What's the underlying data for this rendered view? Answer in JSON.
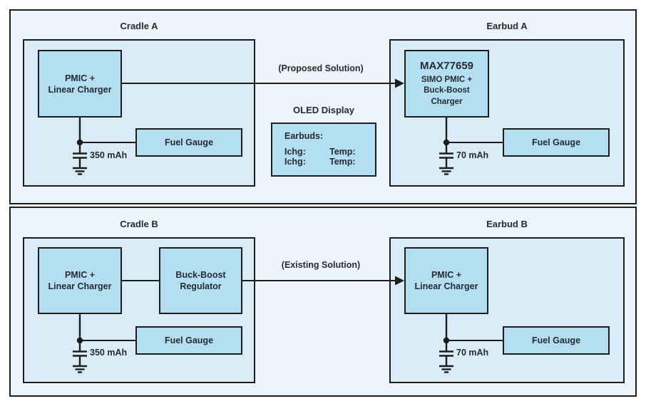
{
  "diagram": {
    "top": {
      "cradle_title": "Cradle A",
      "cradle_pmic": "PMIC +\nLinear Charger",
      "cradle_fuel_gauge": "Fuel Gauge",
      "cradle_battery": "350 mAh",
      "arrow_label": "(Proposed Solution)",
      "earbud_title": "Earbud A",
      "earbud_chip_name": "MAX77659",
      "earbud_chip_sub": "SIMO PMIC +\nBuck-Boost\nCharger",
      "earbud_fuel_gauge": "Fuel Gauge",
      "earbud_battery": "70 mAh",
      "oled_title": "OLED Display",
      "oled_header": "Earbuds:",
      "oled_row1_left": "Ichg:",
      "oled_row1_right": "Temp:",
      "oled_row2_left": "Ichg:",
      "oled_row2_right": "Temp:"
    },
    "bottom": {
      "cradle_title": "Cradle B",
      "cradle_pmic": "PMIC +\nLinear Charger",
      "cradle_buckboost": "Buck-Boost\nRegulator",
      "cradle_fuel_gauge": "Fuel Gauge",
      "cradle_battery": "350 mAh",
      "arrow_label": "(Existing Solution)",
      "earbud_title": "Earbud B",
      "earbud_pmic": "PMIC +\nLinear Charger",
      "earbud_fuel_gauge": "Fuel Gauge",
      "earbud_battery": "70 mAh"
    },
    "colors": {
      "panel_fill": "#edf5fc",
      "container_fill": "#d9ecf8",
      "box_fill": "#b4def2",
      "line": "#1d1d1b",
      "text": "#252b31"
    }
  }
}
